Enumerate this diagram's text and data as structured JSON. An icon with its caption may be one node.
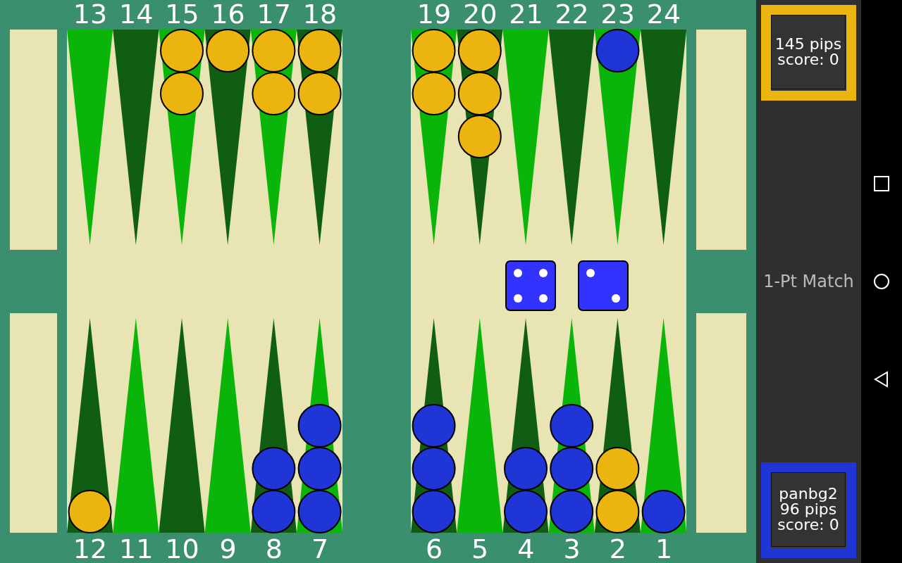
{
  "diagram": {
    "nodes": [
      {
        "text": [
          "145 pips",
          "score: 0"
        ]
      },
      {
        "text": [
          "panbg2",
          "96 pips",
          "score: 0"
        ]
      }
    ],
    "labels": [
      "13",
      "14",
      "15",
      "16",
      "17",
      "18",
      "19",
      "20",
      "21",
      "22",
      "23",
      "24",
      "1-Pt Match",
      "12",
      "11",
      "10",
      "9",
      "8",
      "7",
      "6",
      "5",
      "4",
      "3",
      "2",
      "1"
    ]
  }
}
